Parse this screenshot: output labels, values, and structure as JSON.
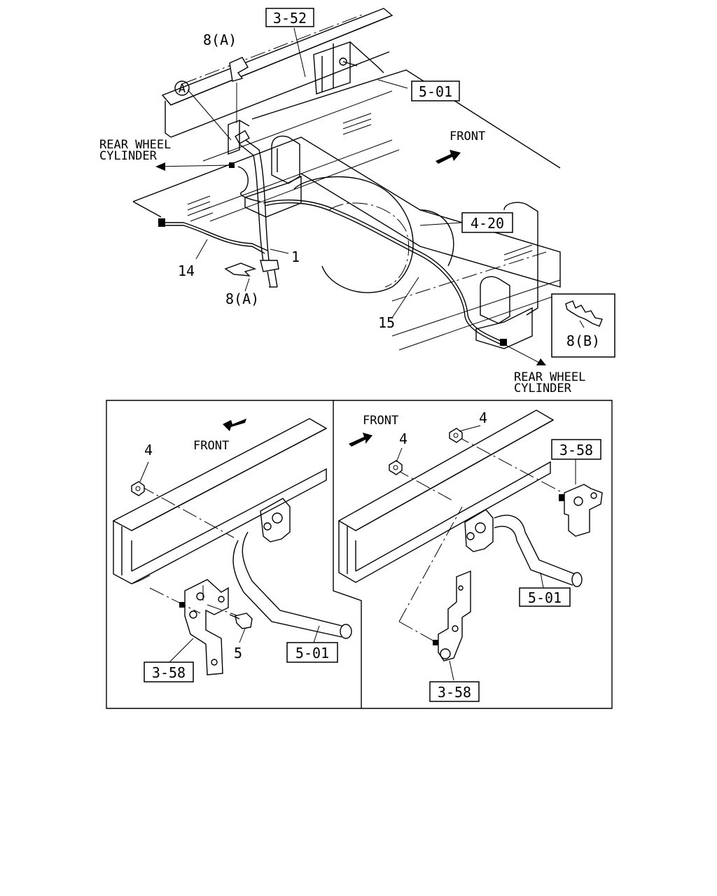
{
  "labels": {
    "ref_3_52": "3-52",
    "ref_5_01_top": "5-01",
    "ref_4_20": "4-20",
    "ref_5_01_left": "5-01",
    "ref_5_01_right": "5-01",
    "ref_3_58_left": "3-58",
    "ref_3_58_right_top": "3-58",
    "ref_3_58_right_bottom": "3-58",
    "part_8a_top": "8(A)",
    "part_8a_bottom": "8(A)",
    "part_8b": "8(B)",
    "circle_a": "A",
    "part_1": "1",
    "part_14": "14",
    "part_15": "15",
    "part_4_left": "4",
    "part_4_right_a": "4",
    "part_4_right_b": "4",
    "part_5": "5",
    "front_top": "FRONT",
    "front_left": "FRONT",
    "front_right": "FRONT",
    "rear_wheel_left_1": "REAR WHEEL",
    "rear_wheel_left_2": "CYLINDER",
    "rear_wheel_right_1": "REAR WHEEL",
    "rear_wheel_right_2": "CYLINDER"
  },
  "icons": [
    "front-arrow-icon",
    "direction-arrow-icon",
    "clip-icon"
  ]
}
